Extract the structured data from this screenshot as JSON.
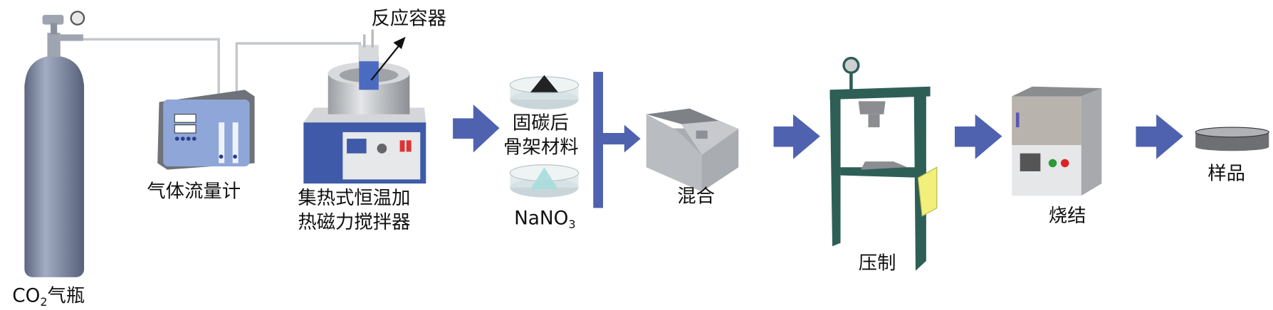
{
  "labels": {
    "cylinder": "CO",
    "cylinder_sub": "2",
    "cylinder_suffix": "气瓶",
    "flowmeter": "气体流量计",
    "reaction_vessel": "反应容器",
    "stirrer_line1": "集热式恒温加",
    "stirrer_line2": "热磁力搅拌器",
    "skeleton_line1": "固碳后",
    "skeleton_line2": "骨架材料",
    "nitrate": "NaNO",
    "nitrate_sub": "3",
    "mixing": "混合",
    "pressing": "压制",
    "sintering": "烧结",
    "sample": "样品"
  },
  "colors": {
    "arrow": "#4f62b0",
    "cylinder": "#7f8aa3",
    "panel_blue": "#8fa6d8",
    "press_frame": "#2e5f57",
    "yellow_box": "#f2ef7a",
    "gray_device": "#b9bcc0"
  }
}
